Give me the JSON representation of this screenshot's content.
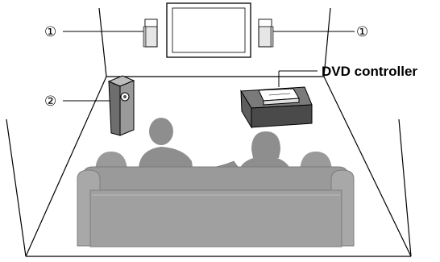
{
  "callouts": {
    "front_speaker_left": "①",
    "front_speaker_right": "①",
    "subwoofer": "②"
  },
  "labels": {
    "dvd_controller": "DVD controller"
  },
  "colors": {
    "line": "#000000",
    "furniture_gray": "#9a9a9a",
    "furniture_dark": "#555555",
    "speaker_light": "#e6e6e6",
    "tv_frame": "#ffffff"
  }
}
